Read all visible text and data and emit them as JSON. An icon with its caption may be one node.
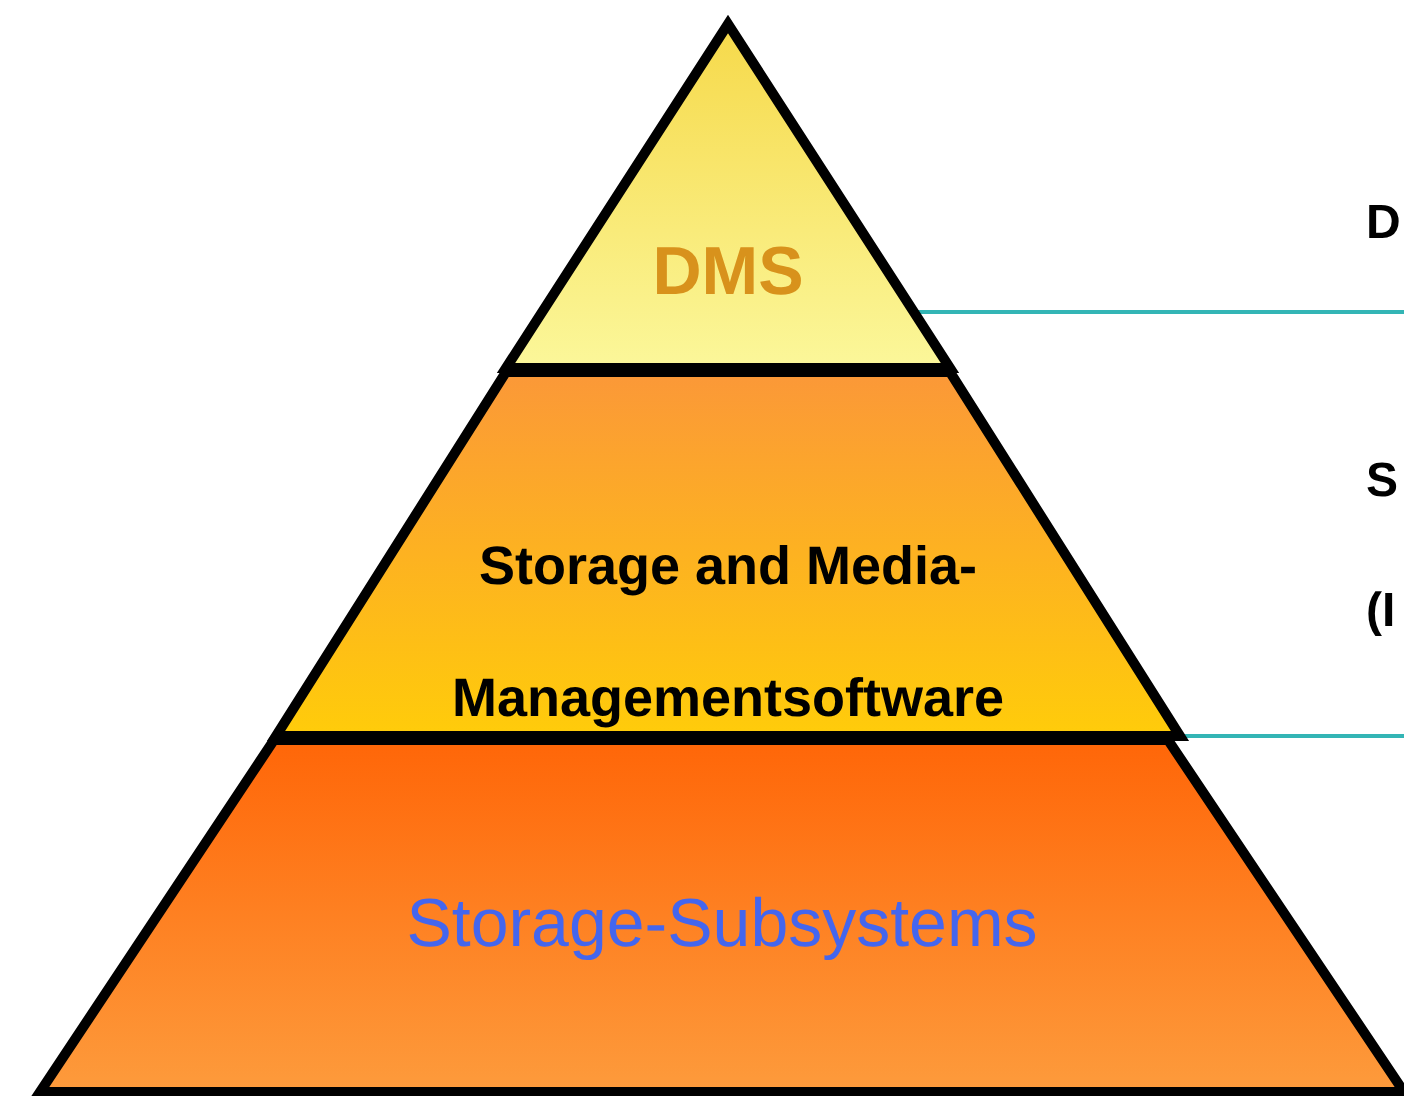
{
  "diagram": {
    "nodes": [
      {
        "text": [
          "DMS"
        ]
      },
      {
        "text": [
          "Storage and Media- Managementsoftware"
        ]
      },
      {
        "text": [
          "Storage-Subsystems"
        ]
      }
    ],
    "edges": [
      {
        "from": 0,
        "to": null,
        "arrow": "none"
      },
      {
        "from": 1,
        "to": null,
        "arrow": "none"
      }
    ],
    "labels": [
      "D",
      "S",
      "(I"
    ]
  }
}
